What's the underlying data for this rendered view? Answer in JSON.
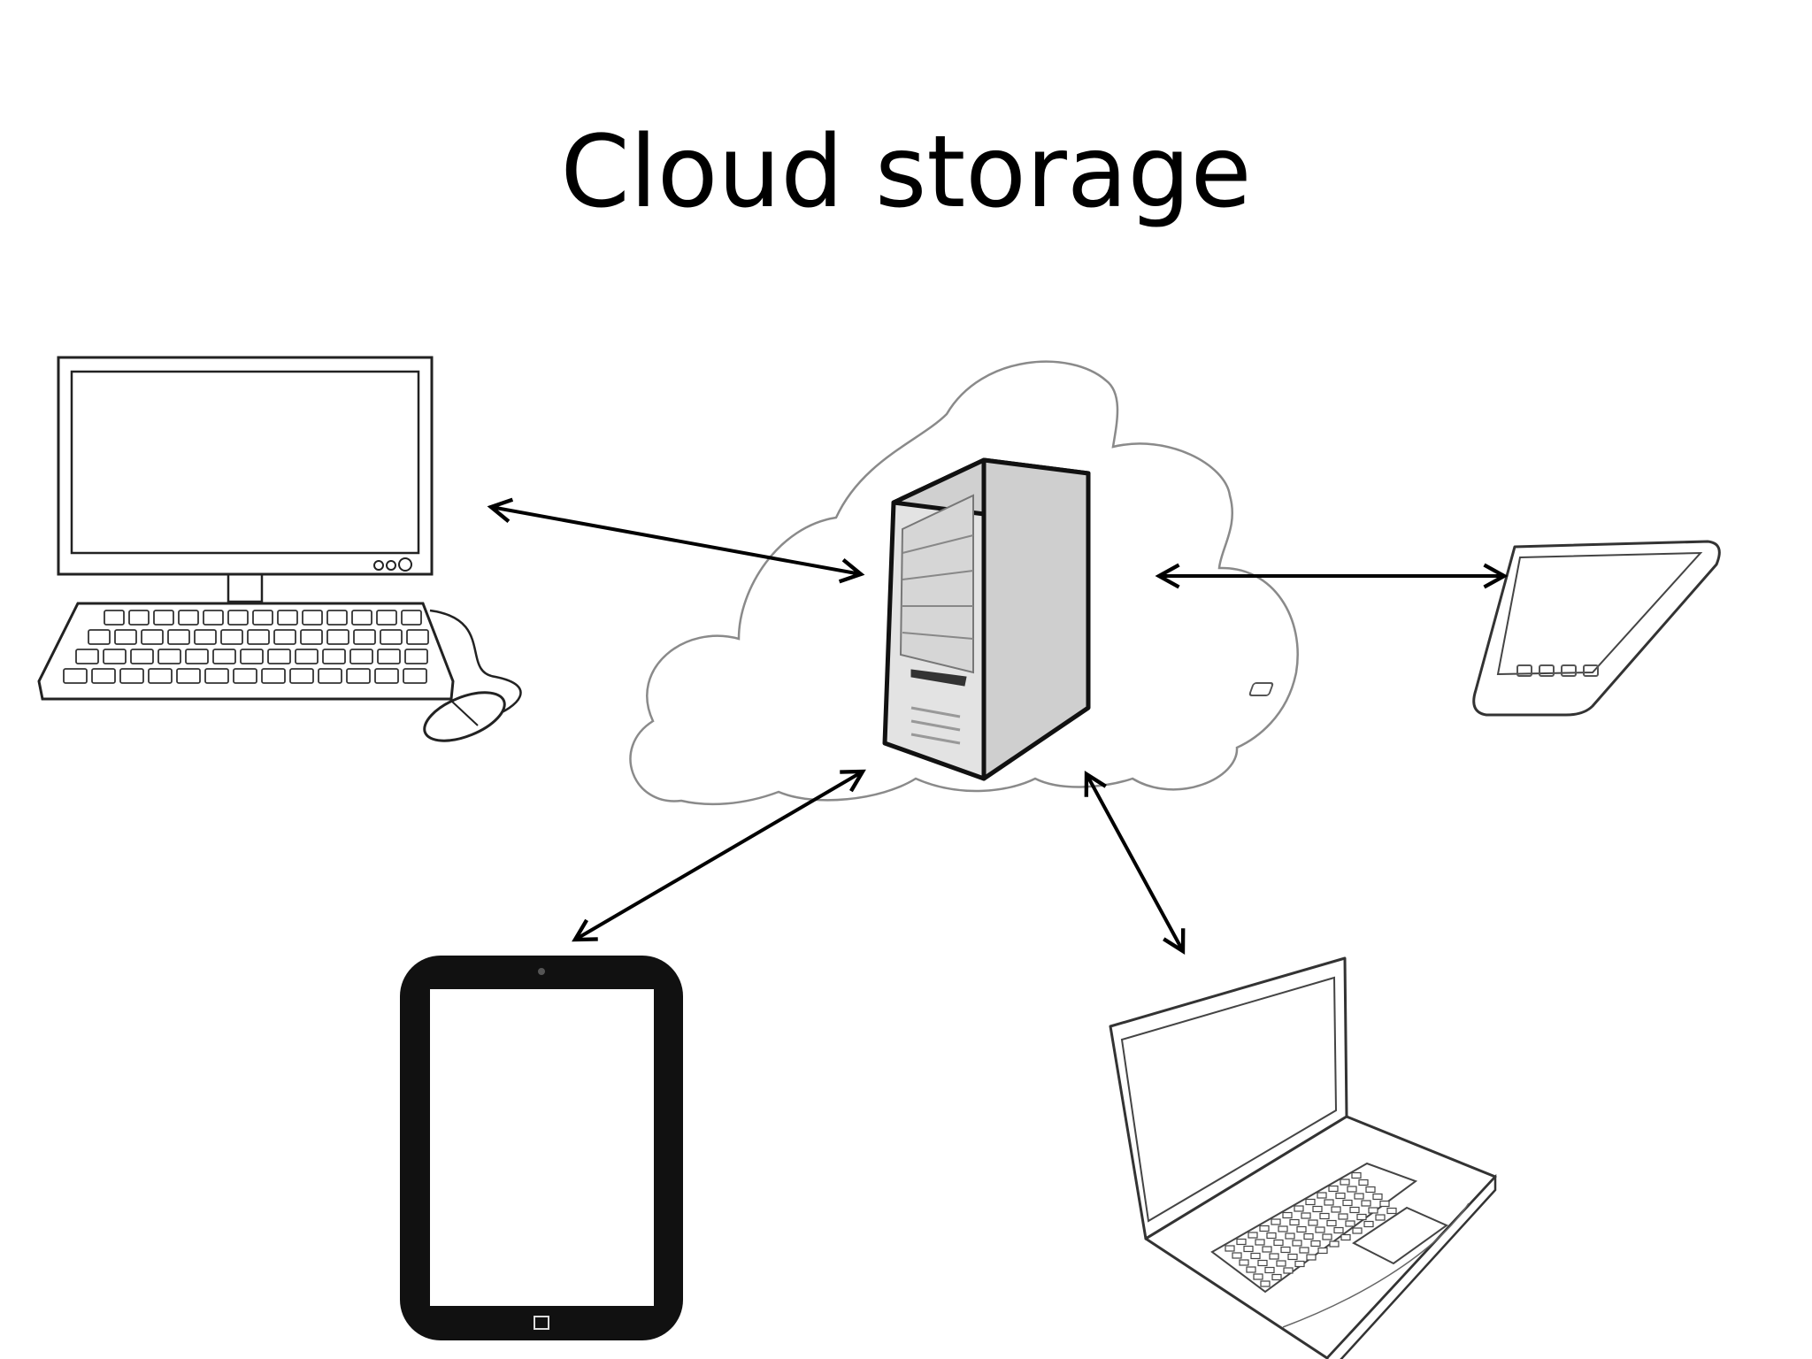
{
  "slide": {
    "title": "Cloud storage"
  },
  "diagram": {
    "hub": {
      "name": "cloud-server",
      "icon": "server-tower-in-cloud-icon"
    },
    "devices": [
      {
        "name": "desktop-computer",
        "icon": "desktop-computer-icon"
      },
      {
        "name": "smartphone",
        "icon": "smartphone-icon"
      },
      {
        "name": "tablet",
        "icon": "tablet-icon"
      },
      {
        "name": "laptop",
        "icon": "laptop-icon"
      }
    ],
    "connections": [
      {
        "from": "cloud-server",
        "to": "desktop-computer",
        "direction": "bidirectional"
      },
      {
        "from": "cloud-server",
        "to": "smartphone",
        "direction": "bidirectional"
      },
      {
        "from": "cloud-server",
        "to": "tablet",
        "direction": "bidirectional"
      },
      {
        "from": "cloud-server",
        "to": "laptop",
        "direction": "bidirectional"
      }
    ],
    "colors": {
      "background": "#ffffff",
      "line": "#000000",
      "cloud_outline": "#8a8a8a",
      "server_body": "#d9d9d9",
      "tablet_frame": "#111111"
    }
  }
}
